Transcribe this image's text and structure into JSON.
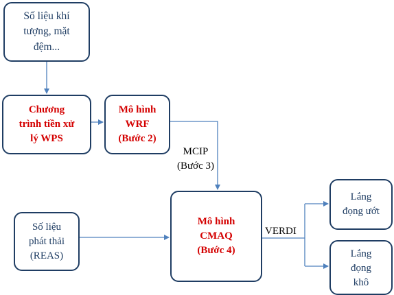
{
  "boxes": {
    "so_lieu_khi_tuong": "Số liệu khí\ntượng, mặt\nđệm...",
    "chuong_trinh_wps": "Chương\ntrình tiền xử\nlý WPS",
    "mo_hinh_wrf": "Mô hình\nWRF\n(Bước 2)",
    "mo_hinh_cmaq": "Mô hình\nCMAQ\n(Bước 4)",
    "so_lieu_phat_thai": "Số liệu\nphát thải\n(REAS)",
    "lang_dong_uot": "Lắng\nđọng ướt",
    "lang_dong_kho": "Lắng\nđọng\nkhô"
  },
  "labels": {
    "mcip": "MCIP\n(Bước 3)",
    "verdi": "VERDI"
  },
  "colors": {
    "border": "#1f3d63",
    "arrow": "#4f81bd",
    "accent_text": "#d40000"
  }
}
